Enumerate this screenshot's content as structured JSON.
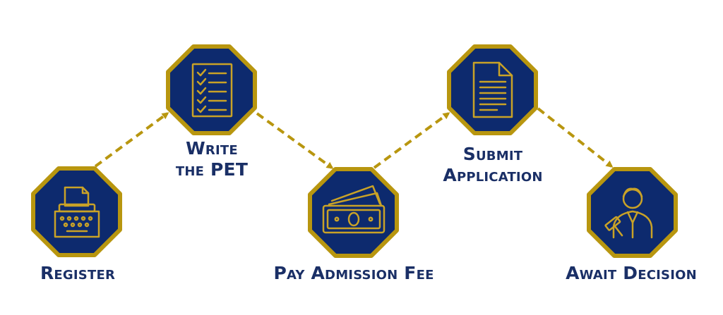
{
  "colors": {
    "navy": "#0d2a6e",
    "gold": "#b8960f",
    "gold_dark": "#8a6d08",
    "label": "#1a2f66"
  },
  "steps": [
    {
      "id": "register",
      "icon": "typewriter-icon",
      "lines": [
        "Register"
      ]
    },
    {
      "id": "write-pet",
      "icon": "checklist-icon",
      "lines": [
        "Write",
        "the PET"
      ]
    },
    {
      "id": "pay-fee",
      "icon": "money-icon",
      "lines": [
        "Pay Admission Fee"
      ]
    },
    {
      "id": "submit-application",
      "icon": "document-icon",
      "lines": [
        "Submit",
        "Application"
      ]
    },
    {
      "id": "await-decision",
      "icon": "judge-icon",
      "lines": [
        "Await Decision"
      ]
    }
  ]
}
